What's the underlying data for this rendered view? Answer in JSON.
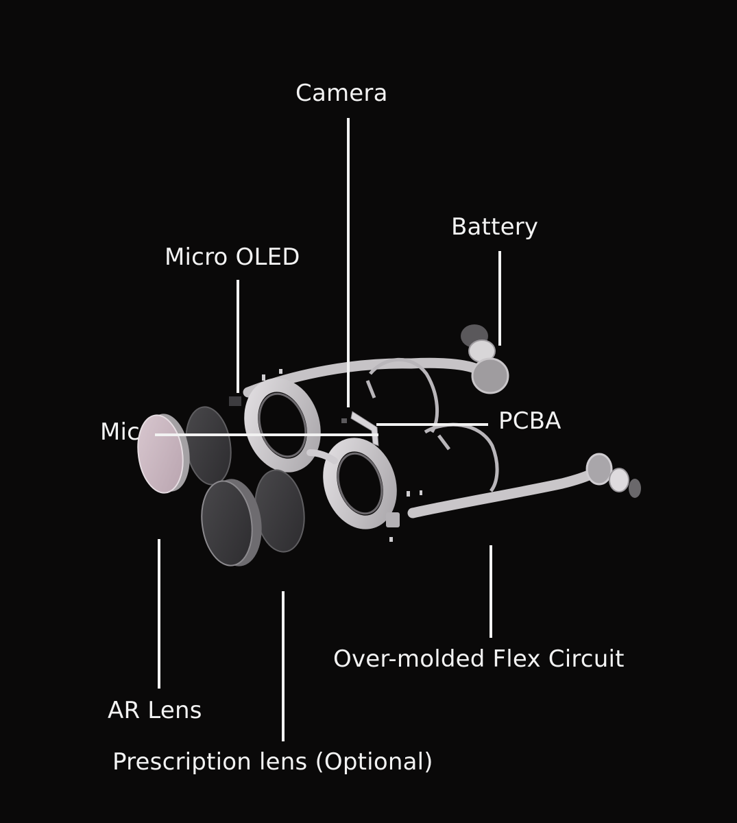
{
  "diagram": {
    "labels": {
      "camera": "Camera",
      "battery": "Battery",
      "micro_oled": "Micro OLED",
      "mic": "Mic",
      "pcba": "PCBA",
      "ar_lens": "AR Lens",
      "prescription_lens": "Prescription lens (Optional)",
      "flex_circuit": "Over-molded Flex Circuit"
    },
    "colors": {
      "background": "#0a0909",
      "label_text": "#f3f3f3",
      "leader_line": "#f2f2f2",
      "frame": "#c9c6c9",
      "ar_lens_tint": "#c8b4be",
      "prescription_lens_tint": "#3c3b3d"
    }
  }
}
